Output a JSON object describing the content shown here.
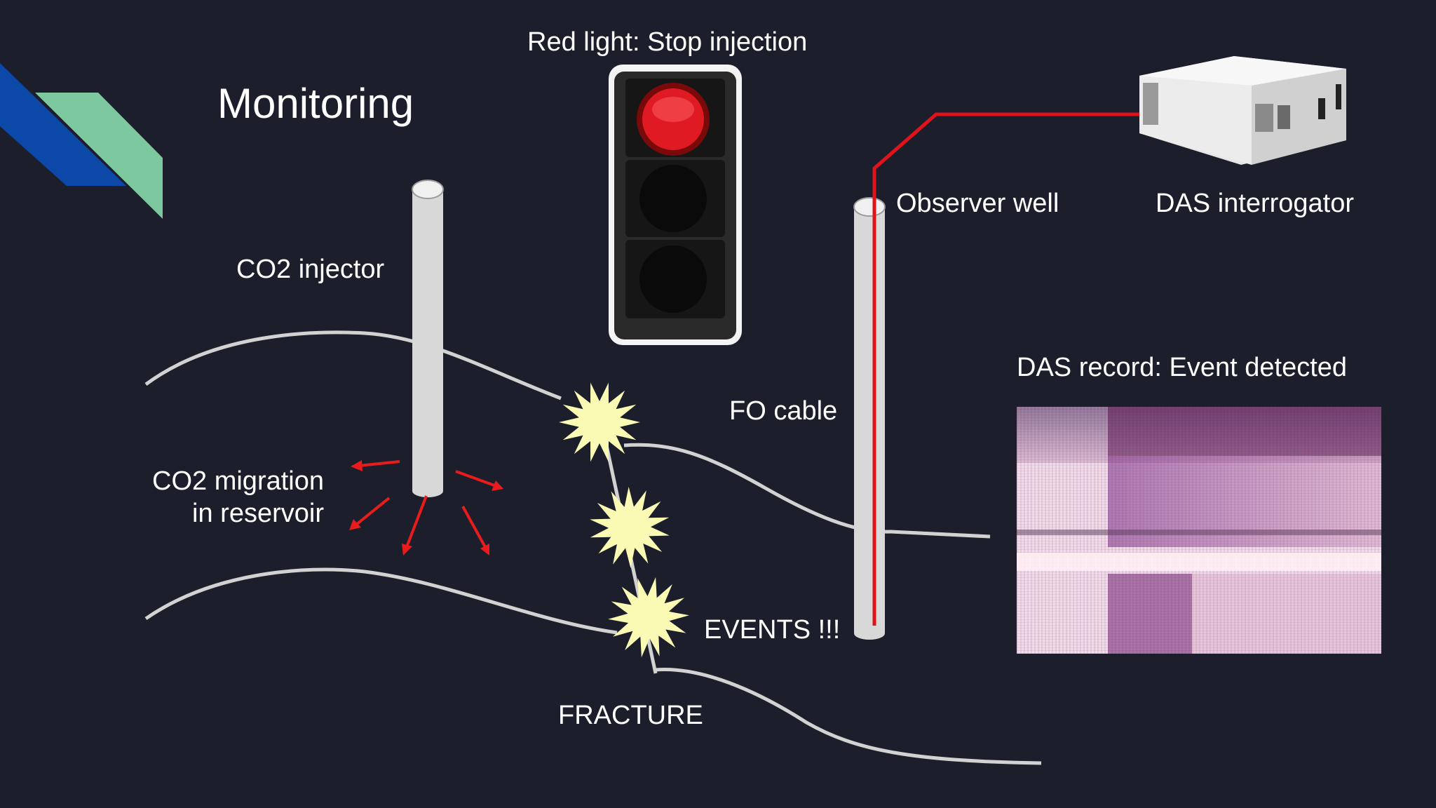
{
  "title": "Monitoring",
  "labels": {
    "red_light": "Red light: Stop injection",
    "observer_well": "Observer well",
    "das_interrogator": "DAS interrogator",
    "co2_injector": "CO2 injector",
    "das_record": "DAS record: Event detected",
    "fo_cable": "FO cable",
    "co2_migration_line1": "CO2 migration",
    "co2_migration_line2": "in reservoir",
    "events": "EVENTS !!!",
    "fracture": "FRACTURE"
  },
  "colors": {
    "background": "#1c1f2b",
    "accent_blue": "#0b48a8",
    "accent_green": "#7ec8a0",
    "fiber_red": "#e0121a",
    "arrow_red": "#e81c1c",
    "well_gray": "#d8d8d8",
    "event_star": "#fafab4"
  },
  "icons": {
    "traffic_light": "traffic-light-icon",
    "das_device": "das-interrogator-icon",
    "event_burst": "event-burst-icon"
  }
}
